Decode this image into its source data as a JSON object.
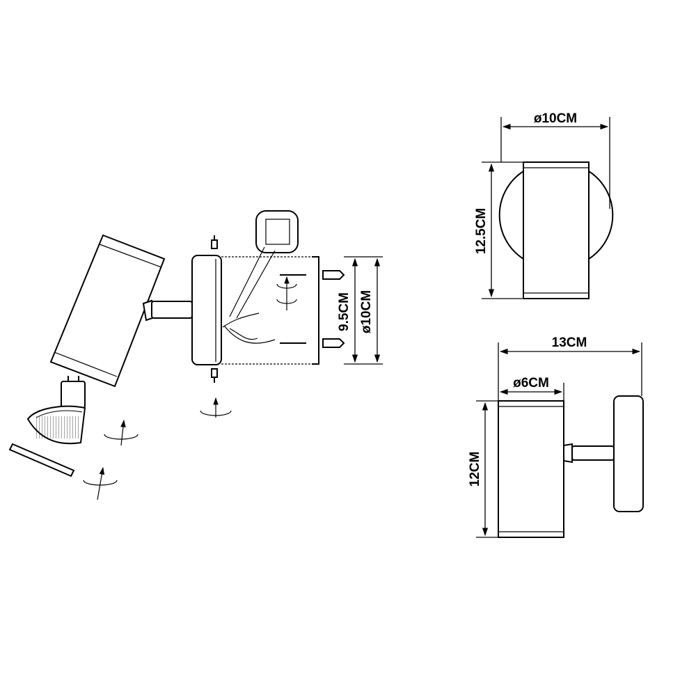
{
  "dimensions": {
    "top_width": "ø10CM",
    "top_height": "12.5CM",
    "side_depth": "13CM",
    "side_diameter": "ø6CM",
    "side_height": "12CM",
    "install_plate_height": "9.5CM",
    "install_plate_diameter": "ø10CM"
  }
}
